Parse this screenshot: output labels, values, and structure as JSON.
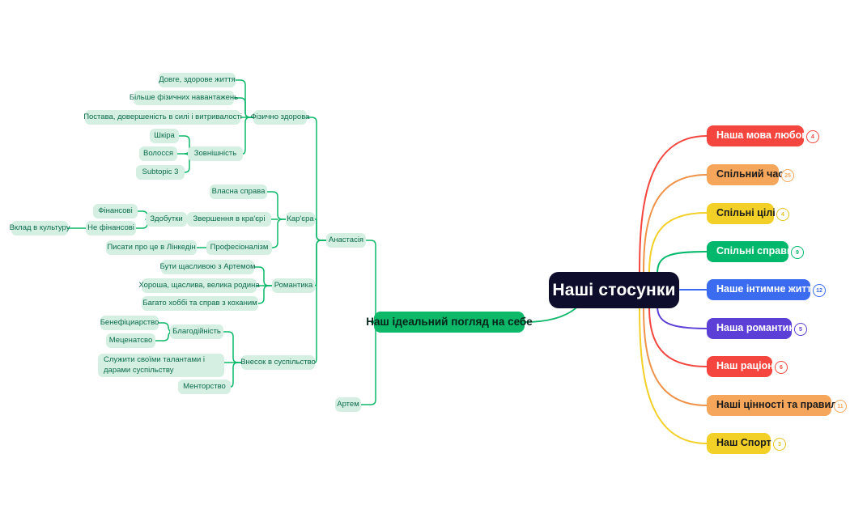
{
  "root": {
    "label": "Наші стосунки",
    "bg": "#0E0E2C",
    "color": "#ffffff"
  },
  "left_hub": {
    "label": "Наш ідеальний погляд на себе",
    "bg": "#0DB869"
  },
  "people": [
    {
      "label": "Анастасія"
    },
    {
      "label": "Артем"
    }
  ],
  "branches": {
    "physical": {
      "label": "Фізично здорова",
      "children": [
        {
          "label": "Довге, здорове життя"
        },
        {
          "label": "Більше фізичних навантажень"
        },
        {
          "label": "Постава, довершеність в силі і витривалості"
        },
        {
          "label": "Зовнішність",
          "children": [
            {
              "label": "Шкіра"
            },
            {
              "label": "Волосся"
            },
            {
              "label": "Subtopic 3"
            }
          ]
        }
      ]
    },
    "career": {
      "label": "Кар'єра",
      "children": [
        {
          "label": "Власна справа"
        },
        {
          "label": "Звершення в кра'єрі",
          "children": [
            {
              "label": "Здобутки",
              "children": [
                {
                  "label": "Фінансові"
                },
                {
                  "label": "Не фінансові",
                  "children": [
                    {
                      "label": "Вклад в культуру"
                    }
                  ]
                }
              ]
            }
          ]
        },
        {
          "label": "Професіоналізм",
          "children": [
            {
              "label": "Писати про це в Лінкедін"
            }
          ]
        }
      ]
    },
    "romance": {
      "label": "Романтика",
      "children": [
        {
          "label": "Бути щасливою з Артемом"
        },
        {
          "label": "Хороша, щаслива, велика родина"
        },
        {
          "label": "Багато хоббі та справ з коханим"
        }
      ]
    },
    "society": {
      "label": "Внесок в суспільство",
      "children": [
        {
          "label": "Благодійність",
          "children": [
            {
              "label": "Бенефіциарство"
            },
            {
              "label": "Меценатсво"
            }
          ]
        },
        {
          "label": "Служити своїми талантами і дарами суспільству"
        },
        {
          "label": "Менторство"
        }
      ]
    }
  },
  "categories": [
    {
      "label": "Наша мова любові",
      "badge": "4",
      "bg": "#F4463F",
      "color": "#ffffff",
      "badge_color": "#F4463F"
    },
    {
      "label": "Спільний час",
      "badge": "25",
      "bg": "#F5A65B",
      "color": "#1b1b1b",
      "badge_color": "#F5A65B"
    },
    {
      "label": "Спільні цілі",
      "badge": "4",
      "bg": "#F2D027",
      "color": "#1b1b1b",
      "badge_color": "#E8C41C"
    },
    {
      "label": "Спільні справи",
      "badge": "9",
      "bg": "#00B86B",
      "color": "#ffffff",
      "badge_color": "#00B86B"
    },
    {
      "label": "Наше інтимне життя",
      "badge": "12",
      "bg": "#3B6BEF",
      "color": "#ffffff",
      "badge_color": "#3B6BEF"
    },
    {
      "label": "Наша романтика",
      "badge": "5",
      "bg": "#5B3FD6",
      "color": "#ffffff",
      "badge_color": "#5B3FD6"
    },
    {
      "label": "Наш раціон",
      "badge": "6",
      "bg": "#F4463F",
      "color": "#ffffff",
      "badge_color": "#F4463F"
    },
    {
      "label": "Наші цінності та правила",
      "badge": "11",
      "bg": "#F5A65B",
      "color": "#1b1b1b",
      "badge_color": "#F5A65B"
    },
    {
      "label": "Наш Спорт",
      "badge": "3",
      "bg": "#F2D027",
      "color": "#1b1b1b",
      "badge_color": "#E8C41C"
    }
  ],
  "palette": {
    "mint_bg": "#D5F0E3",
    "mint_text": "#0C6B4C",
    "edge_green": "#0DB869",
    "canvas_bg": "#ffffff"
  }
}
